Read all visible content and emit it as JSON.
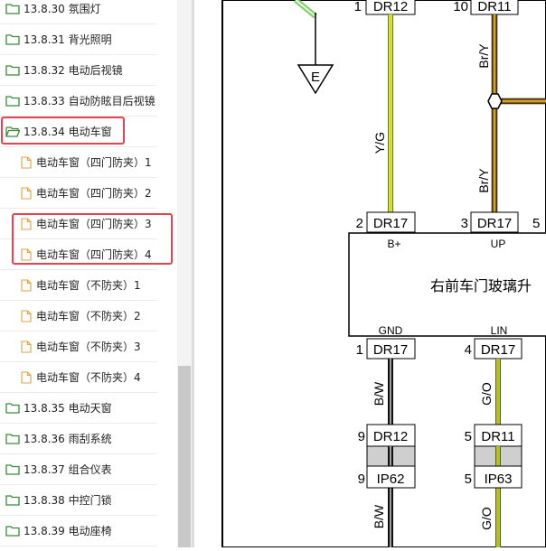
{
  "sidebar": {
    "items": [
      {
        "label": "13.8.30 氛围灯",
        "type": "folder"
      },
      {
        "label": "13.8.31 背光照明",
        "type": "folder"
      },
      {
        "label": "13.8.32 电动后视镜",
        "type": "folder"
      },
      {
        "label": "13.8.33 自动防眩目后视镜",
        "type": "folder"
      },
      {
        "label": "13.8.34 电动车窗",
        "type": "folder-open"
      },
      {
        "label": "电动车窗（四门防夹）1",
        "type": "doc"
      },
      {
        "label": "电动车窗（四门防夹）2",
        "type": "doc"
      },
      {
        "label": "电动车窗（四门防夹）3",
        "type": "doc"
      },
      {
        "label": "电动车窗（四门防夹）4",
        "type": "doc"
      },
      {
        "label": "电动车窗（不防夹）1",
        "type": "doc"
      },
      {
        "label": "电动车窗（不防夹）2",
        "type": "doc"
      },
      {
        "label": "电动车窗（不防夹）3",
        "type": "doc"
      },
      {
        "label": "电动车窗（不防夹）4",
        "type": "doc"
      },
      {
        "label": "13.8.35 电动天窗",
        "type": "folder"
      },
      {
        "label": "13.8.36 雨刮系统",
        "type": "folder"
      },
      {
        "label": "13.8.37 组合仪表",
        "type": "folder"
      },
      {
        "label": "13.8.38 中控门锁",
        "type": "folder"
      },
      {
        "label": "13.8.39 电动座椅",
        "type": "folder"
      }
    ]
  },
  "diagram": {
    "ground_label": "E",
    "module_name": "右前车门玻璃升",
    "pins": {
      "top_left_num": "1",
      "top_left_conn": "DR12",
      "top_mid_num": "10",
      "top_mid_conn": "DR11",
      "b_plus_num": "2",
      "b_plus_conn": "DR17",
      "b_plus_label": "B+",
      "up_num": "3",
      "up_conn": "DR17",
      "up_label": "UP",
      "right_partial_num": "5",
      "gnd_num": "1",
      "gnd_conn": "DR17",
      "gnd_label": "GND",
      "lin_num": "4",
      "lin_conn": "DR17",
      "lin_label": "LIN",
      "mid_left_num": "9",
      "mid_left_conn": "DR12",
      "mid_right_num": "5",
      "mid_right_conn": "DR11",
      "bot_left_num": "9",
      "bot_left_conn": "IP62",
      "bot_right_num": "5",
      "bot_right_conn": "IP63"
    },
    "wires": {
      "yellow_green": "Y/G",
      "brown_yellow_upper": "Br/Y",
      "brown_yellow_lower": "Br/Y",
      "black_white_upper": "B/W",
      "black_white_lower": "B/W",
      "green_orange_upper": "G/O",
      "green_orange_lower": "G/O"
    },
    "colors": {
      "yellow": "#e8e82a",
      "green": "#9ccb3a",
      "brown": "#8a5a12",
      "black": "#111111",
      "white": "#ffffff",
      "orange": "#f0a020",
      "highlight": "#e8414f"
    }
  }
}
